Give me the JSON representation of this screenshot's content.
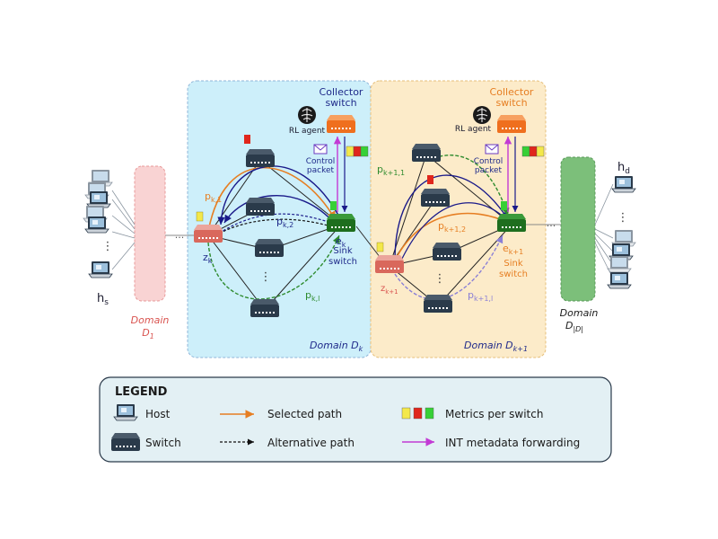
{
  "domains": {
    "d1": {
      "name": "Domain",
      "sub": "D",
      "subscript": "1"
    },
    "dk": {
      "name": "Domain D",
      "subscript": "k"
    },
    "dk1": {
      "name": "Domain D",
      "subscript": "k+1"
    },
    "dlast": {
      "name": "Domain",
      "sub": "D",
      "subscript": "|D|"
    }
  },
  "collector_k": {
    "line1": "Collector",
    "line2": "switch"
  },
  "collector_k1": {
    "line1": "Collector",
    "line2": "switch"
  },
  "rl_agent": "RL agent",
  "control_packet": {
    "line1": "Control",
    "line2": "packet"
  },
  "sink": {
    "line1": "Sink",
    "line2": "switch"
  },
  "labels": {
    "ek": "e",
    "ek_sub": "k",
    "ek1": "e",
    "ek1_sub": "k+1",
    "zk": "z",
    "zk_sub": "k",
    "zk1": "z",
    "zk1_sub": "k+1",
    "pk1": "p",
    "pk1_sub": "k,1",
    "pk2": "p",
    "pk2_sub": "k,2",
    "pkl": "p",
    "pkl_sub": "k,l",
    "pk11": "p",
    "pk11_sub": "k+1,1",
    "pk12": "p",
    "pk12_sub": "k+1,2",
    "pk1l": "p",
    "pk1l_sub": "k+1,l",
    "hs": "h",
    "hs_sub": "s",
    "hd": "h",
    "hd_sub": "d",
    "ellipsis": "...",
    "vdots": "⋮"
  },
  "legend": {
    "title": "LEGEND",
    "host": "Host",
    "switch": "Switch",
    "selected": "Selected path",
    "alternative": "Alternative path",
    "metrics": "Metrics per switch",
    "int": "INT metadata forwarding"
  },
  "colors": {
    "selected": "#e67e22",
    "alternative": "#1a1a8a",
    "int": "#c23bd4",
    "green_path": "#2e8b2e",
    "purple_path": "#8a7fd6",
    "domain_k_bg": "#cdeffa",
    "domain_k1_bg": "#fcebc9",
    "domain_1_bg": "#f9d3d3",
    "domain_last_bg": "#7cbf7a",
    "legend_bg": "#e3f0f4",
    "switch_dark": "#2a3a4a",
    "switch_green": "#1e7a1e",
    "switch_red": "#e07a6e",
    "switch_orange": "#f07a2a"
  }
}
